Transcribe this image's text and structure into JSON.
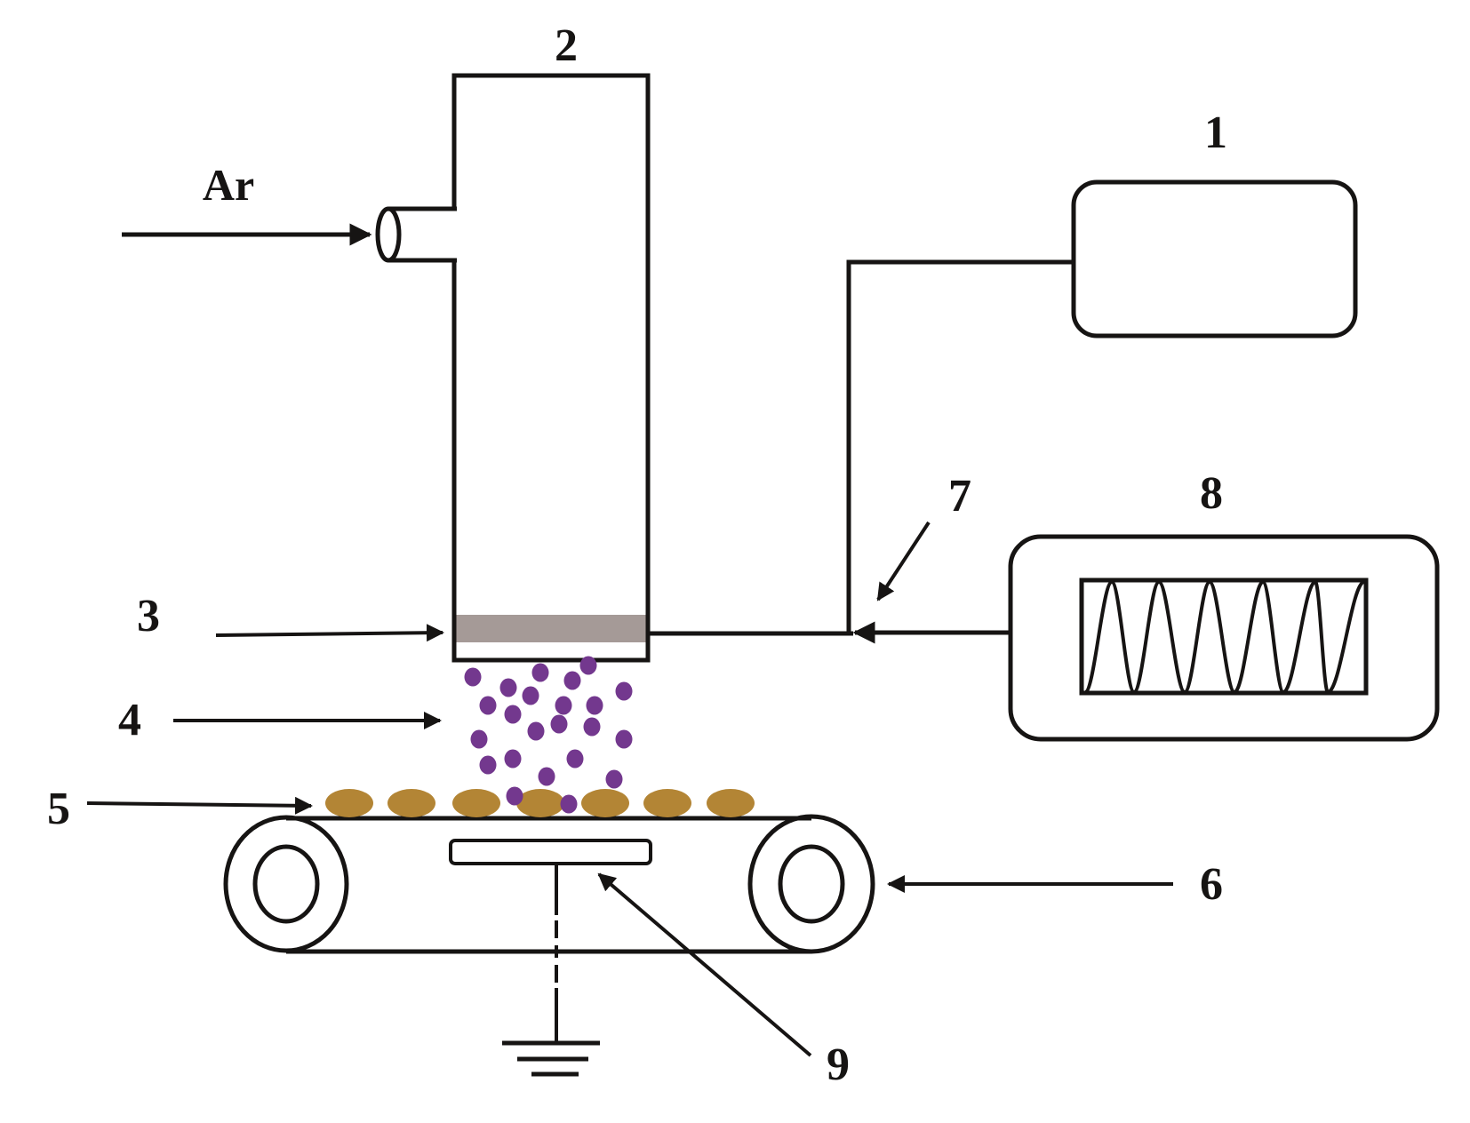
{
  "diagram": {
    "title": "Schematic of plasma treatment apparatus with conveyor",
    "gas_label": "Ar",
    "labels": {
      "power_supply": "1",
      "plasma_tube": "2",
      "electrode": "3",
      "plasma_species": "4",
      "samples": "5",
      "conveyor_roller": "6",
      "wire": "7",
      "matching_coil_box": "8",
      "ground_electrode": "9"
    },
    "colors": {
      "line": "#161413",
      "box_fill": "#B1B9D5",
      "coil_window_fill": "#D3D8E7",
      "electrode_fill": "#A59A97",
      "ground_plate_fill": "#BCB4B2",
      "particle": "#73388E",
      "sample": "#B38535",
      "roller": "#EDA07E"
    },
    "particle_count": 23,
    "sample_count": 7,
    "coil_turns": 6
  }
}
